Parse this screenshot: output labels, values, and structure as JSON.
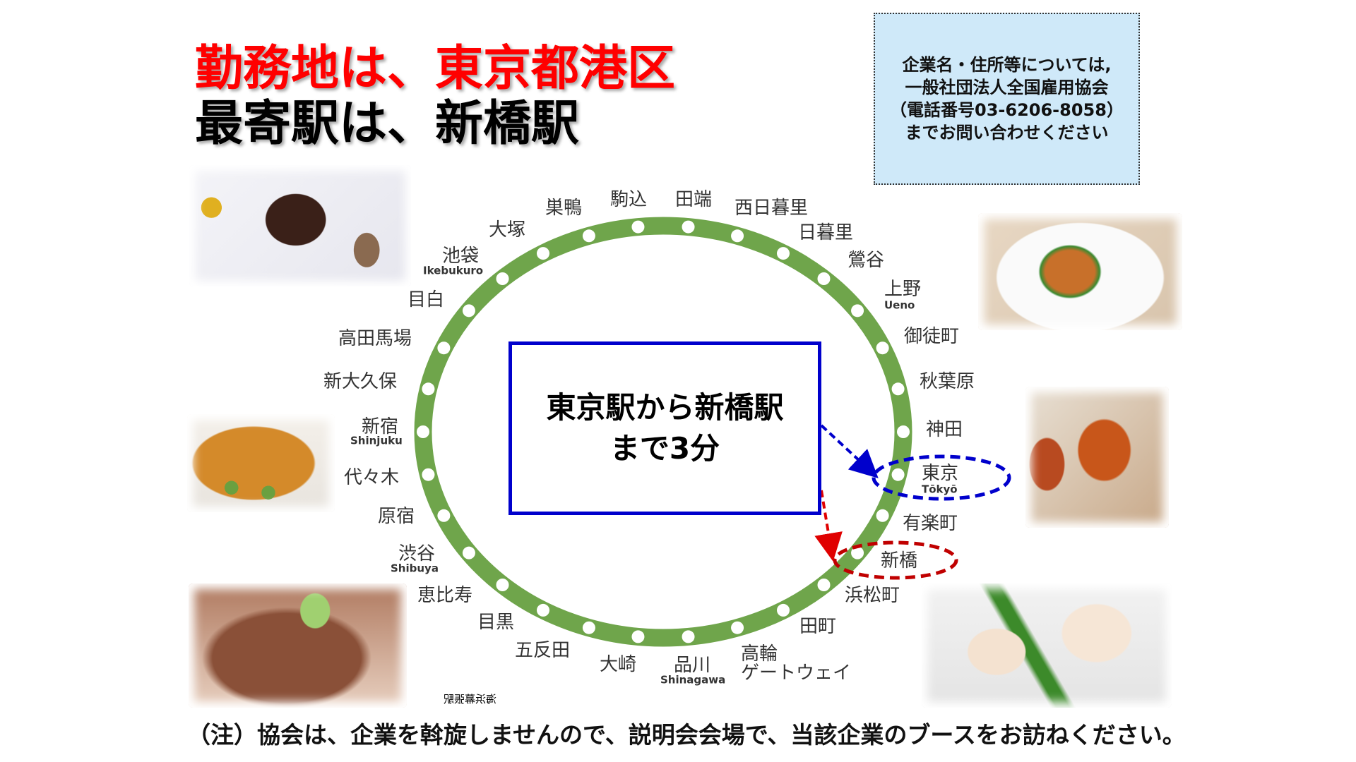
{
  "title": {
    "line1": "勤務地は、東京都港区",
    "line2": "最寄駅は、新橋駅"
  },
  "info_box": {
    "lines": [
      "企業名・住所等については,",
      "一般社団法人全国雇用協会",
      "（電話番号03-6206-8058）",
      "までお問い合わせください"
    ],
    "background": "#cfe9f9"
  },
  "center_box": {
    "line1": "東京駅から新橋駅",
    "line2": "まで3分",
    "border_color": "#0000cc"
  },
  "line_color": "#6fa54b",
  "highlight": {
    "tokyo_color": "#0000cc",
    "shimbashi_color": "#cc0000"
  },
  "stations": [
    {
      "name": "巣鴨"
    },
    {
      "name": "駒込"
    },
    {
      "name": "田端"
    },
    {
      "name": "西日暮里"
    },
    {
      "name": "日暮里"
    },
    {
      "name": "鶯谷"
    },
    {
      "name": "上野",
      "romaji": "Ueno"
    },
    {
      "name": "御徒町"
    },
    {
      "name": "秋葉原"
    },
    {
      "name": "神田"
    },
    {
      "name": "東京",
      "romaji": "Tōkyō"
    },
    {
      "name": "有楽町"
    },
    {
      "name": "新橋"
    },
    {
      "name": "浜松町"
    },
    {
      "name": "田町"
    },
    {
      "name": "高輪",
      "name2": "ゲートウェイ"
    },
    {
      "name": "品川",
      "romaji": "Shinagawa"
    },
    {
      "name": "大崎"
    },
    {
      "name": "五反田"
    },
    {
      "name": "目黒"
    },
    {
      "name": "恵比寿"
    },
    {
      "name": "渋谷",
      "romaji": "Shibuya"
    },
    {
      "name": "原宿"
    },
    {
      "name": "代々木"
    },
    {
      "name": "新宿",
      "romaji": "Shinjuku"
    },
    {
      "name": "新大久保"
    },
    {
      "name": "高田馬場"
    },
    {
      "name": "目白"
    },
    {
      "name": "池袋",
      "romaji": "Ikebukuro"
    },
    {
      "name": "大塚"
    }
  ],
  "mirrored_caption": "海浜幕張駅",
  "footer_note": "（注）協会は、企業を斡旋しませんので、説明会会場で、当該企業のブースをお訪ねください。"
}
